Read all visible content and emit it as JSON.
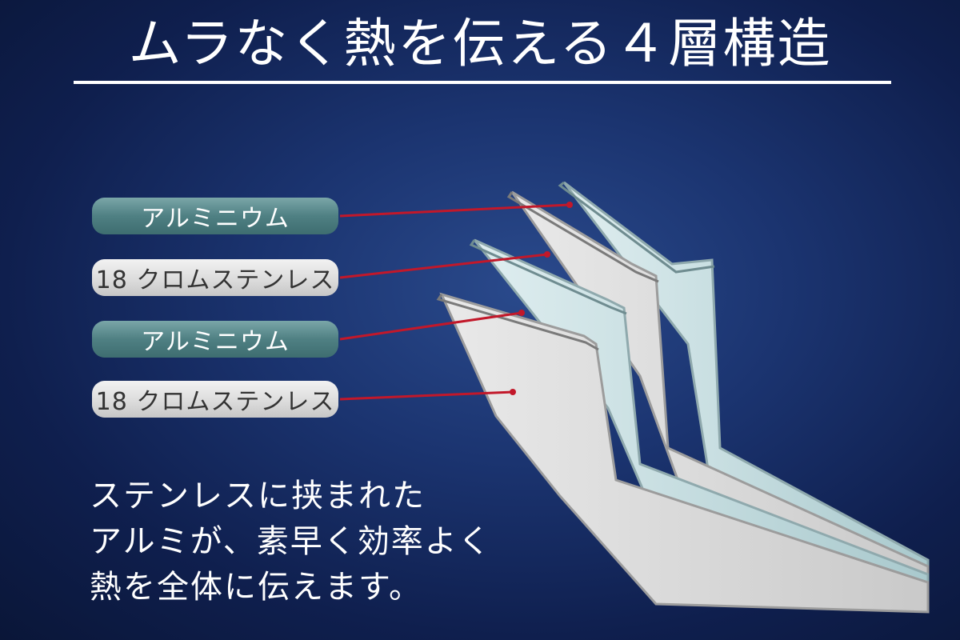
{
  "title": "ムラなく熱を伝える４層構造",
  "layers": [
    {
      "label": "アルミニウム",
      "material": "aluminum"
    },
    {
      "label": "18 クロムステンレス",
      "material": "stainless"
    },
    {
      "label": "アルミニウム",
      "material": "aluminum"
    },
    {
      "label": "18 クロムステンレス",
      "material": "stainless"
    }
  ],
  "description": [
    "ステンレスに挟まれた",
    "アルミが、素早く効率よく",
    "熱を全体に伝えます。"
  ],
  "colors": {
    "background": "#1b3470",
    "aluminum": "#4f8083",
    "stainless": "#dcdcdc",
    "leader": "#c2182a"
  }
}
